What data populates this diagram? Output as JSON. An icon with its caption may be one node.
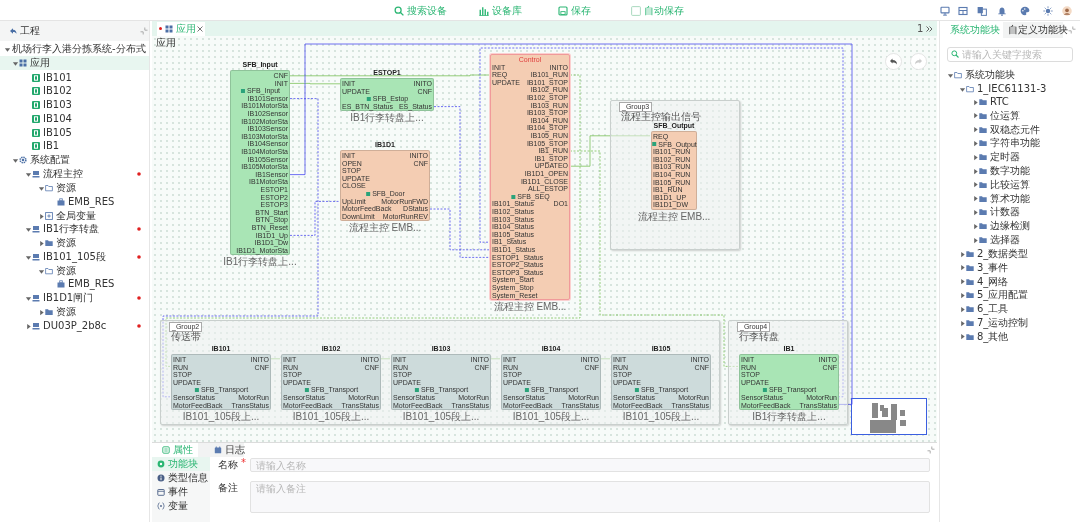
{
  "diagram": {
    "nodes": [
      {
        "text": [
          "SFB_Input",
          "SFB_Input",
          "CNF",
          "INIT",
          "IB101Sensor",
          "IB101MotorSta",
          "IB102Sensor",
          "IB102MotorSta",
          "IB103Sensor",
          "IB103MotorSta",
          "IB104Sensor",
          "IB104MotorSta",
          "IB105Sensor",
          "IB105MotorSta",
          "IB1Sensor",
          "IB1MotorSta",
          "ESTOP1",
          "ESTOP2",
          "ESTOP3",
          "BTN_Start",
          "BTN_Stop",
          "BTN_Reset",
          "IB1D1_Up",
          "IB1D1_Dw",
          "IB1D1_MotorSta"
        ],
        "beside": [
          "IB1行李转盘上..."
        ]
      },
      {
        "text": [
          "ESTOP1",
          "SFB_Estop",
          "INIT",
          "UPDATE",
          "INITO",
          "CNF",
          "ES_BTN_Status",
          "ES_Status"
        ],
        "beside": [
          "IB1行李转盘上..."
        ]
      },
      {
        "text": [
          "IB1D1",
          "SFB_Door",
          "INIT",
          "OPEN",
          "STOP",
          "UPDATE",
          "CLOSE",
          "INITO",
          "CNF",
          "UpLimit",
          "MotorFeedBack",
          "DownLimit",
          "MotorRunFWD",
          "DStatus",
          "MotorRunREV"
        ],
        "beside": [
          "流程主控 EMB..."
        ]
      },
      {
        "text": [
          "Control",
          "SFB_SEQ",
          "INIT",
          "REQ",
          "UPDATE",
          "INITO",
          "IB101_RUN",
          "IB101_STOP",
          "IB102_RUN",
          "IB102_STOP",
          "IB103_RUN",
          "IB103_STOP",
          "IB104_RUN",
          "IB104_STOP",
          "IB105_RUN",
          "IB105_STOP",
          "IB1_RUN",
          "IB1_STOP",
          "UPDATEO",
          "IB1D1_OPEN",
          "IB1D1_CLOSE",
          "ALL_ESTOP",
          "IB101_Status",
          "IB102_Status",
          "IB103_Status",
          "IB104_Status",
          "IB105_Status",
          "IB1_Status",
          "IB1D1_Status",
          "ESTOP1_Status",
          "ESTOP2_Status",
          "ESTOP3_Status",
          "System_Start",
          "System_Stop",
          "System_Reset",
          "DO1"
        ],
        "beside": [
          "流程主控 EMB..."
        ]
      },
      {
        "text": [
          "_Group3",
          "流程主控输出信号"
        ]
      },
      {
        "text": [
          "SFB_Output",
          "SFB_Output",
          "REQ",
          "IB101_RUN",
          "IB102_RUN",
          "IB103_RUN",
          "IB104_RUN",
          "IB105_RUN",
          "IB1_RUN",
          "IB1D1_UP",
          "IB1D1_DW"
        ],
        "in": 4,
        "beside": [
          "流程主控 EMB..."
        ]
      },
      {
        "text": [
          "_Group2",
          "传送带"
        ]
      },
      {
        "text": [
          "IB101",
          "SFB_Transport",
          "INIT",
          "RUN",
          "STOP",
          "UPDATE",
          "INITO",
          "CNF",
          "SensorStatus",
          "MotorFeedBack",
          "MotorRun",
          "TransStatus"
        ],
        "in": 6,
        "beside": [
          "IB101_105段上..."
        ]
      },
      {
        "text": [
          "IB102",
          "SFB_Transport",
          "INIT",
          "RUN",
          "STOP",
          "UPDATE",
          "INITO",
          "CNF",
          "SensorStatus",
          "MotorFeedBack",
          "MotorRun",
          "TransStatus"
        ],
        "in": 6,
        "beside": [
          "IB101_105段上..."
        ]
      },
      {
        "text": [
          "IB103",
          "SFB_Transport",
          "INIT",
          "RUN",
          "STOP",
          "UPDATE",
          "INITO",
          "CNF",
          "SensorStatus",
          "MotorFeedBack",
          "MotorRun",
          "TransStatus"
        ],
        "in": 6,
        "beside": [
          "IB101_105段上..."
        ]
      },
      {
        "text": [
          "IB104",
          "SFB_Transport",
          "INIT",
          "RUN",
          "STOP",
          "UPDATE",
          "INITO",
          "CNF",
          "SensorStatus",
          "MotorFeedBack",
          "MotorRun",
          "TransStatus"
        ],
        "in": 6,
        "beside": [
          "IB101_105段上..."
        ]
      },
      {
        "text": [
          "IB105",
          "SFB_Transport",
          "INIT",
          "RUN",
          "STOP",
          "UPDATE",
          "INITO",
          "CNF",
          "SensorStatus",
          "MotorFeedBack",
          "MotorRun",
          "TransStatus"
        ],
        "in": 6,
        "beside": [
          "IB101_105段上..."
        ]
      },
      {
        "text": [
          "_Group4",
          "行李转盘"
        ]
      },
      {
        "text": [
          "IB1",
          "SFB_Transport",
          "INIT",
          "RUN",
          "STOP",
          "UPDATE",
          "INITO",
          "CNF",
          "SensorStatus",
          "MotorFeedBack",
          "MotorRun",
          "TransStatus"
        ],
        "in": 12,
        "beside": [
          "IB1行李转盘上..."
        ]
      }
    ],
    "edges": [
      {
        "from": 0,
        "to": 3,
        "arrow": "none"
      },
      {
        "from": 0,
        "to": 2,
        "arrow": "none",
        "style": "dashed",
        "color": "#4b4bf0"
      },
      {
        "from": 0,
        "to": 1,
        "arrow": "none"
      },
      {
        "from": 1,
        "to": 3,
        "arrow": "none",
        "style": "dashed",
        "color": "#4b4bf0"
      },
      {
        "from": 2,
        "to": 3,
        "arrow": "none",
        "style": "dashed",
        "color": "#4b4bf0"
      },
      {
        "from": 3,
        "to": 5,
        "arrow": "none"
      },
      {
        "from": 7,
        "to": 8,
        "arrow": "none"
      },
      {
        "from": 8,
        "to": 9,
        "arrow": "none"
      },
      {
        "from": 9,
        "to": 10,
        "arrow": "none"
      },
      {
        "from": 10,
        "to": 11,
        "arrow": "none"
      },
      {
        "from": 0,
        "to": 7,
        "arrow": "none",
        "style": "dashed",
        "color": "#4b4bf0"
      },
      {
        "from": 3,
        "to": 7,
        "arrow": "none",
        "style": "dashed"
      },
      {
        "from": 13,
        "to": 3,
        "arrow": "none",
        "style": "dashed",
        "color": "#4b4bf0"
      },
      {
        "from": 3,
        "to": 13,
        "arrow": "none",
        "style": "dashed"
      },
      {
        "from": 0,
        "to": 13,
        "arrow": "none",
        "color": "#4b4bf0"
      }
    ],
    "labels": [
      "搜索设备",
      "设备库",
      "保存",
      "自动保存",
      "工程",
      "机场行李入港分拣系统-分布式",
      "应用",
      "IB101",
      "IB102",
      "IB103",
      "IB104",
      "IB105",
      "IB1",
      "系统配置",
      "流程主控",
      "资源",
      "EMB_RES",
      "全局变量",
      "IB1行李转盘",
      "资源",
      "IB101_105段",
      "资源",
      "EMB_RES",
      "IB1D1闸门",
      "资源",
      "DU03P_2b8c",
      "应用",
      "应用",
      "1",
      "系统功能块",
      "自定义功能块",
      "请输入关键字搜索",
      "系统功能块",
      "1_IEC61131-3",
      "RTC",
      "位运算",
      "双稳态元件",
      "字符串功能",
      "定时器",
      "数字功能",
      "比较运算",
      "算术功能",
      "计数器",
      "边缘检测",
      "选择器",
      "2_数据类型",
      "3_事件",
      "4_网络",
      "5_应用配置",
      "6_工具",
      "7_运动控制",
      "8_其他",
      "属性",
      "日志",
      "功能块",
      "类型信息",
      "事件",
      "变量",
      "名称",
      "*",
      "请输入名称",
      "备注",
      "请输入备注"
    ]
  }
}
